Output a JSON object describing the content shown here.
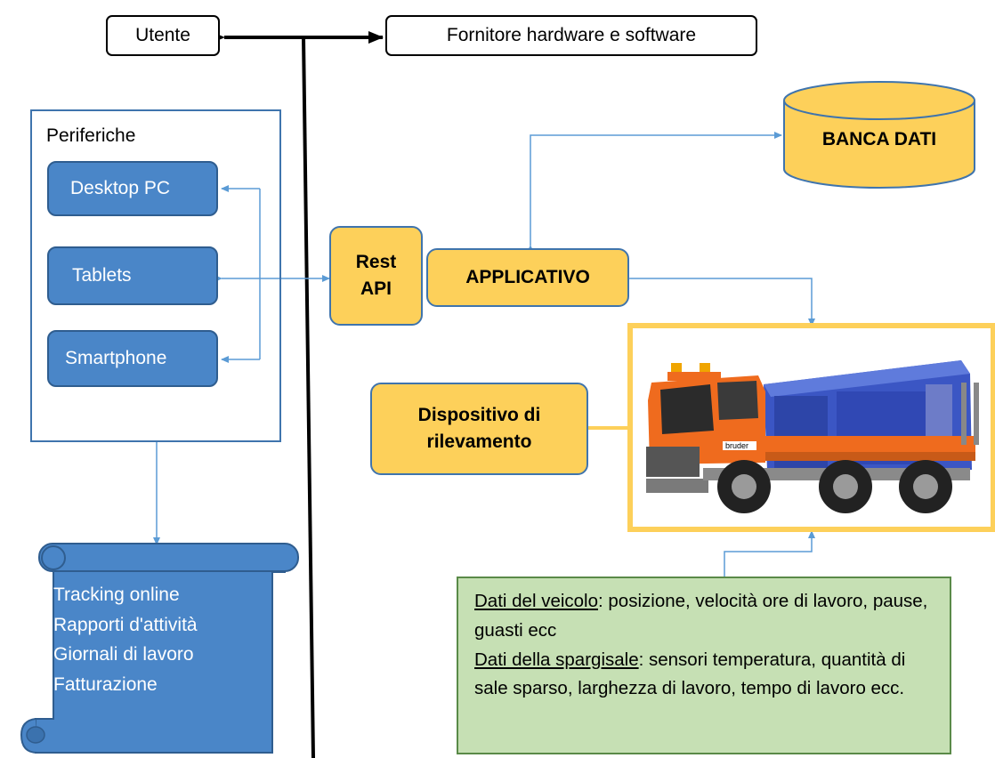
{
  "top": {
    "user": "Utente",
    "supplier": "Fornitore hardware e software"
  },
  "peripherals": {
    "title": "Periferiche",
    "items": [
      "Desktop PC",
      "Tablets",
      "Smartphone"
    ]
  },
  "scroll": {
    "lines": [
      "Tracking online",
      "Rapporti d'attività",
      "Giornali di lavoro",
      "Fatturazione"
    ]
  },
  "rest_api": {
    "line1": "Rest",
    "line2": "API"
  },
  "app": {
    "label": "APPLICATIVO"
  },
  "database": {
    "label": "BANCA DATI"
  },
  "device": {
    "line1": "Dispositivo di",
    "line2": "rilevamento"
  },
  "vehicle_image": {
    "brand": "bruder"
  },
  "note": {
    "vehicle_label": "Dati del veicolo",
    "vehicle_text": ": posizione, velocità ore di lavoro, pause, guasti ecc",
    "spreader_label": "Dati della spargisale",
    "spreader_text": ":  sensori temperatura, quantità di sale sparso, larghezza di lavoro, tempo di lavoro ecc."
  },
  "colors": {
    "blue_fill": "#4a86c8",
    "yellow_fill": "#fdd05a",
    "green_fill": "#c6e0b4",
    "connector": "#5b9bd5"
  }
}
